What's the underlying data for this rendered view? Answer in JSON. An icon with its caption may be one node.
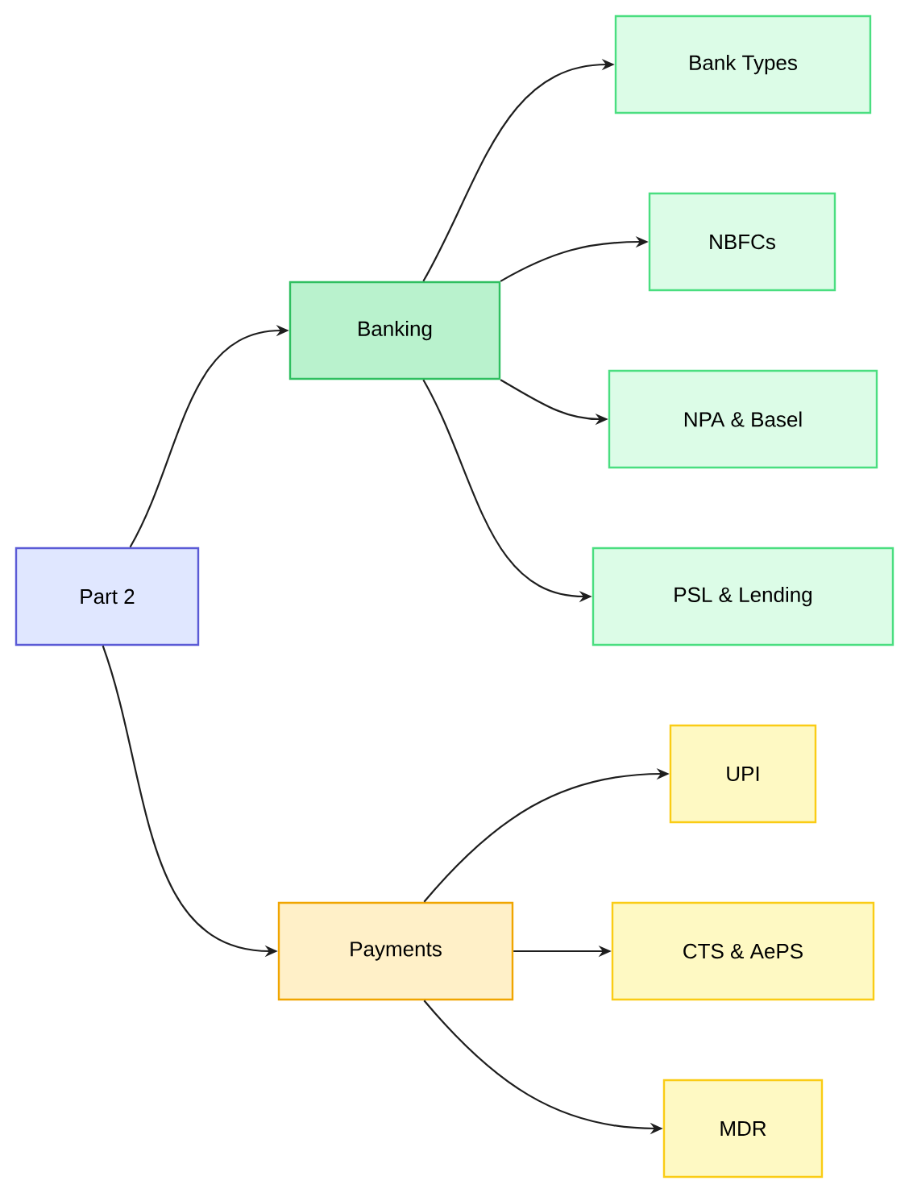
{
  "diagram": {
    "nodes": [
      {
        "text": [
          "Part 2"
        ]
      },
      {
        "text": [
          "Banking"
        ]
      },
      {
        "text": [
          "Payments"
        ]
      },
      {
        "text": [
          "Bank Types"
        ]
      },
      {
        "text": [
          "NBFCs"
        ]
      },
      {
        "text": [
          "NPA & Basel"
        ]
      },
      {
        "text": [
          "PSL & Lending"
        ]
      },
      {
        "text": [
          "UPI"
        ]
      },
      {
        "text": [
          "CTS & AePS"
        ]
      },
      {
        "text": [
          "MDR"
        ]
      }
    ],
    "edges": [
      {
        "from": 0,
        "to": 1,
        "arrow": "to"
      },
      {
        "from": 0,
        "to": 2,
        "arrow": "to"
      },
      {
        "from": 1,
        "to": 3,
        "arrow": "to"
      },
      {
        "from": 1,
        "to": 4,
        "arrow": "to"
      },
      {
        "from": 1,
        "to": 5,
        "arrow": "to"
      },
      {
        "from": 1,
        "to": 6,
        "arrow": "to"
      },
      {
        "from": 2,
        "to": 7,
        "arrow": "to"
      },
      {
        "from": 2,
        "to": 8,
        "arrow": "to"
      },
      {
        "from": 2,
        "to": 9,
        "arrow": "to"
      }
    ]
  }
}
